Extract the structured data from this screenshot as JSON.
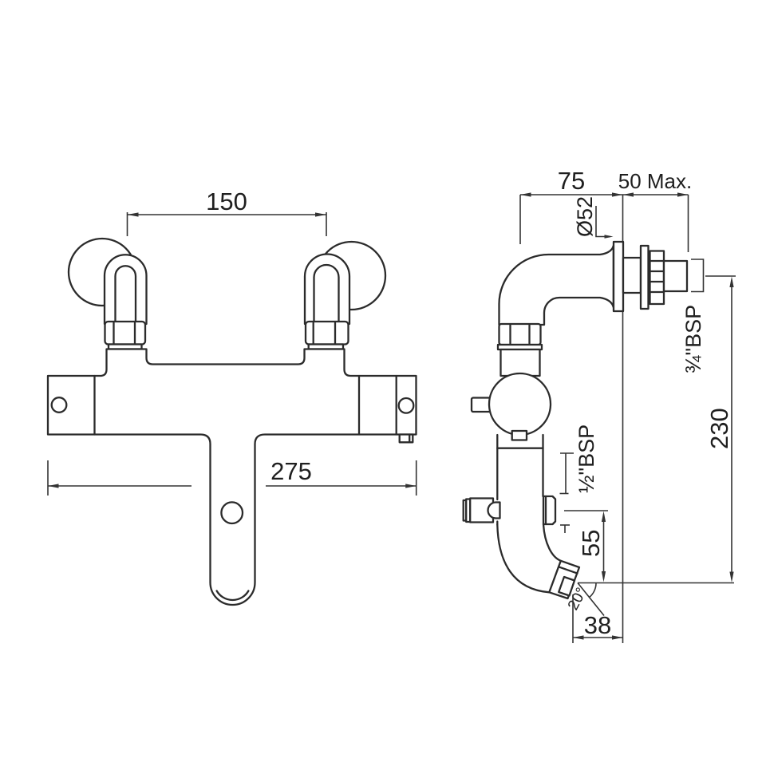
{
  "drawing": {
    "description": "Two-view technical dimension drawing of a wall-mounted thermostatic bath shower mixer tap",
    "views": {
      "front": "front elevation",
      "side": "side profile"
    },
    "colors": {
      "line": "#2b2b2b",
      "dimension": "#333333",
      "background": "#ffffff"
    },
    "dims": {
      "front_inlet_spacing": "150",
      "front_overall_width": "275",
      "side_projection": "75",
      "side_wall_thickness_max": "50 Max.",
      "side_flange_diameter": "Ø52",
      "side_inlet_thread": "¾\"BSP",
      "side_overall_height": "230",
      "side_outlet_thread": "½\"BSP",
      "side_spout_drop": "55",
      "side_spout_angle": "20°",
      "side_spout_reach": "38"
    }
  }
}
